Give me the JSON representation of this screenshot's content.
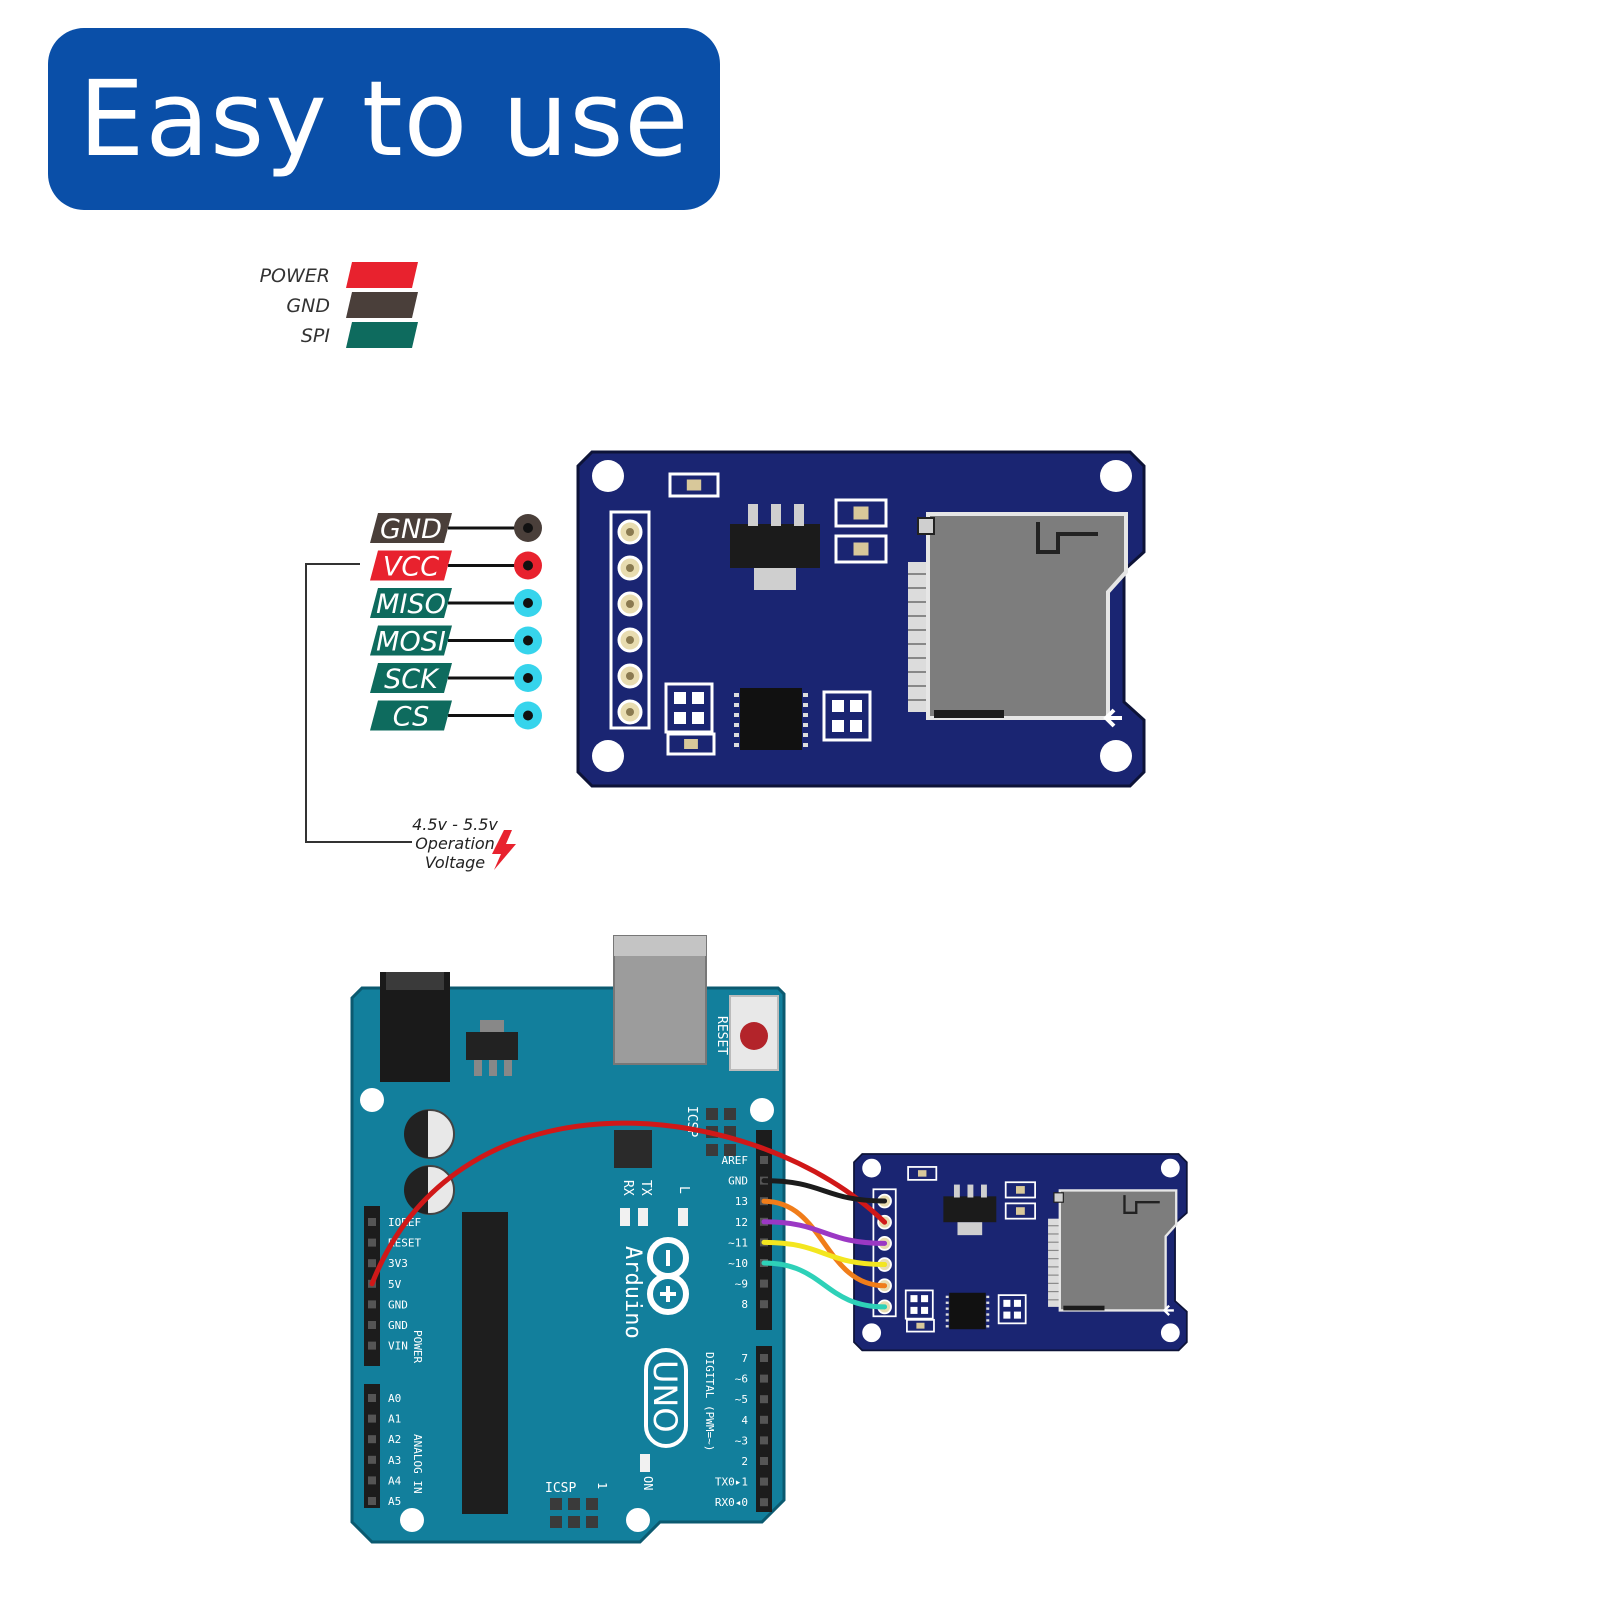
{
  "header": {
    "title": "Easy to use"
  },
  "legend": [
    {
      "label": "POWER",
      "color": "#e8222e"
    },
    {
      "label": "GND",
      "color": "#4a3f3a"
    },
    {
      "label": "SPI",
      "color": "#0e6b5e"
    }
  ],
  "module_pins": [
    {
      "label": "GND",
      "color": "#4a3f3a",
      "dot": "#4a3f3a"
    },
    {
      "label": "VCC",
      "color": "#e8222e",
      "dot": "#e8222e"
    },
    {
      "label": "MISO",
      "color": "#0e6b5e",
      "dot": "#36d4ec"
    },
    {
      "label": "MOSI",
      "color": "#0e6b5e",
      "dot": "#36d4ec"
    },
    {
      "label": "SCK",
      "color": "#0e6b5e",
      "dot": "#36d4ec"
    },
    {
      "label": "CS",
      "color": "#0e6b5e",
      "dot": "#36d4ec"
    }
  ],
  "voltage_note": {
    "lines": [
      "4.5v - 5.5v",
      "Operation",
      "Voltage"
    ],
    "icon": "lightning-icon",
    "icon_color": "#e8222e"
  },
  "arduino": {
    "brand": "Arduino",
    "model": "UNO",
    "reset_label": "RESET",
    "icsp_label": "ICSP",
    "icsp_bottom_label": "ICSP",
    "icsp_pin1": "1",
    "tx_label": "TX",
    "rx_label": "RX",
    "l_label": "L",
    "on_label": "ON",
    "digital_label": "DIGITAL (PWM=~)",
    "power_label": "POWER",
    "analog_label": "ANALOG IN",
    "power_pins": [
      "IOREF",
      "RESET",
      "3V3",
      "5V",
      "GND",
      "GND",
      "VIN"
    ],
    "analog_pins": [
      "A0",
      "A1",
      "A2",
      "A3",
      "A4",
      "A5"
    ],
    "digital_top_pins": [
      "AREF",
      "GND",
      "13",
      "12",
      "~11",
      "~10",
      "~9",
      "8"
    ],
    "digital_bottom_pins": [
      "7",
      "~6",
      "~5",
      "4",
      "~3",
      "2",
      "TX0▸1",
      "RX0◂0"
    ]
  },
  "wires": [
    {
      "from": "5V",
      "to": "VCC",
      "color": "#d01818"
    },
    {
      "from": "GND",
      "to": "GND",
      "color": "#1c1c1c"
    },
    {
      "from": "13",
      "to": "SCK",
      "color": "#f07d1a"
    },
    {
      "from": "12",
      "to": "MISO",
      "color": "#9b38c4"
    },
    {
      "from": "~11",
      "to": "MOSI",
      "color": "#f3e61f"
    },
    {
      "from": "~10",
      "to": "CS",
      "color": "#2ed1b8"
    }
  ],
  "colors": {
    "banner": "#0a4fa8",
    "module_pcb": "#1a2572",
    "arduino_pcb": "#127f9c",
    "sd_slot": "#7d7d7d"
  }
}
